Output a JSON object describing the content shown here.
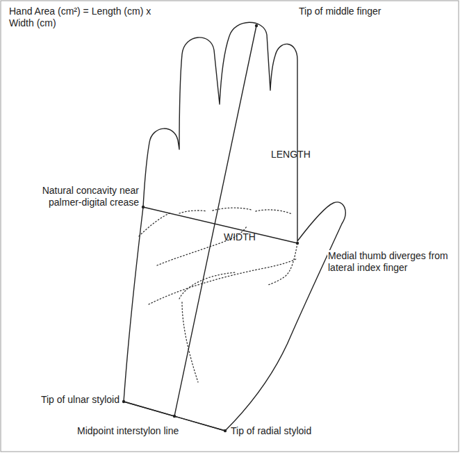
{
  "diagram": {
    "labels": [
      "Hand Area (cm²) = Length (cm) x Width (cm)",
      "Tip of middle finger",
      "LENGTH",
      "Natural concavity near palmer-digital crease",
      "WIDTH",
      "Medial thumb diverges from lateral index finger",
      "Tip of ulnar styloid",
      "Midpoint interstylon line",
      "Tip of radial styloid"
    ]
  }
}
